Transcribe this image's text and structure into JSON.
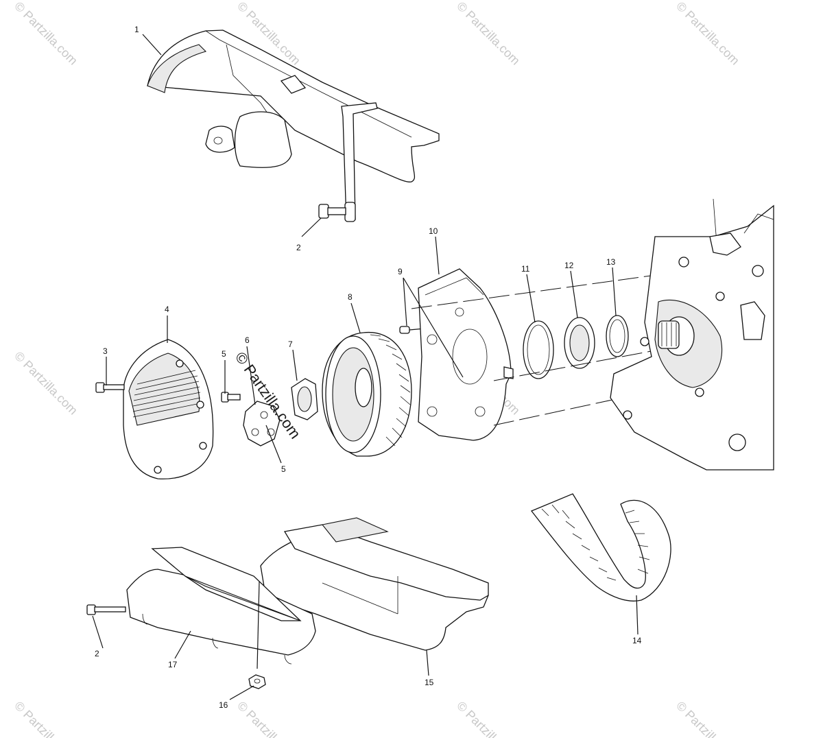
{
  "diagram": {
    "callouts": [
      {
        "id": "c1",
        "label": "1"
      },
      {
        "id": "c2a",
        "label": "2"
      },
      {
        "id": "c3",
        "label": "3"
      },
      {
        "id": "c4",
        "label": "4"
      },
      {
        "id": "c5a",
        "label": "5"
      },
      {
        "id": "c5b",
        "label": "5"
      },
      {
        "id": "c6",
        "label": "6"
      },
      {
        "id": "c7",
        "label": "7"
      },
      {
        "id": "c8",
        "label": "8"
      },
      {
        "id": "c9",
        "label": "9"
      },
      {
        "id": "c10",
        "label": "10"
      },
      {
        "id": "c11",
        "label": "11"
      },
      {
        "id": "c12",
        "label": "12"
      },
      {
        "id": "c13",
        "label": "13"
      },
      {
        "id": "c14",
        "label": "14"
      },
      {
        "id": "c15",
        "label": "15"
      },
      {
        "id": "c16",
        "label": "16"
      },
      {
        "id": "c17",
        "label": "17"
      },
      {
        "id": "c2b",
        "label": "2"
      }
    ]
  },
  "watermark": {
    "text": "© Partzilla.com",
    "center_text": "© Partzilla.com",
    "color": "#c8c8c8"
  }
}
